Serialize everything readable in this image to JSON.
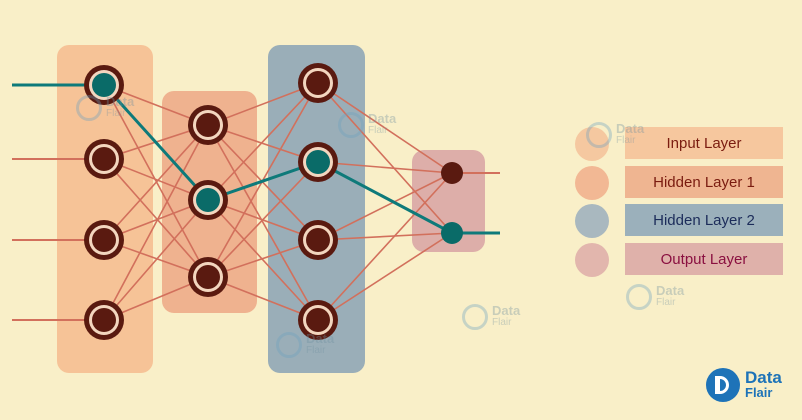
{
  "legend": {
    "items": [
      {
        "label": "Input Layer",
        "swatch": "#f5c8a0",
        "box": "#f6c79e",
        "text_color": "#7a1c10"
      },
      {
        "label": "Hidden Layer 1",
        "swatch": "#f2b894",
        "box": "#efb591",
        "text_color": "#7a1c10"
      },
      {
        "label": "Hidden Layer 2",
        "swatch": "#a9b8bf",
        "box": "#9bb0bb",
        "text_color": "#1c2c5a"
      },
      {
        "label": "Output Layer",
        "swatch": "#e2b6ad",
        "box": "#dfb1aa",
        "text_color": "#8a1040"
      }
    ]
  },
  "watermark": {
    "name": "Data",
    "sub": "Flair"
  },
  "brand": {
    "name": "Data",
    "sub": "Flair"
  },
  "colors": {
    "background": "#f9efc8",
    "input_panel": "#f6c397",
    "hidden1_panel": "#efb28f",
    "hidden2_panel": "#9aaeb8",
    "output_panel": "#ddaea9",
    "connection": "#d2705c",
    "active_path": "#0e7a7a",
    "neuron_dark": "#5a1a10",
    "neuron_active": "#0a6b68"
  },
  "network": {
    "layers": [
      {
        "name": "input",
        "neurons": 4,
        "active": [
          0
        ]
      },
      {
        "name": "hidden1",
        "neurons": 3,
        "active": [
          1
        ]
      },
      {
        "name": "hidden2",
        "neurons": 4,
        "active": [
          1
        ]
      },
      {
        "name": "output",
        "neurons": 2,
        "active": [
          1
        ]
      }
    ]
  }
}
